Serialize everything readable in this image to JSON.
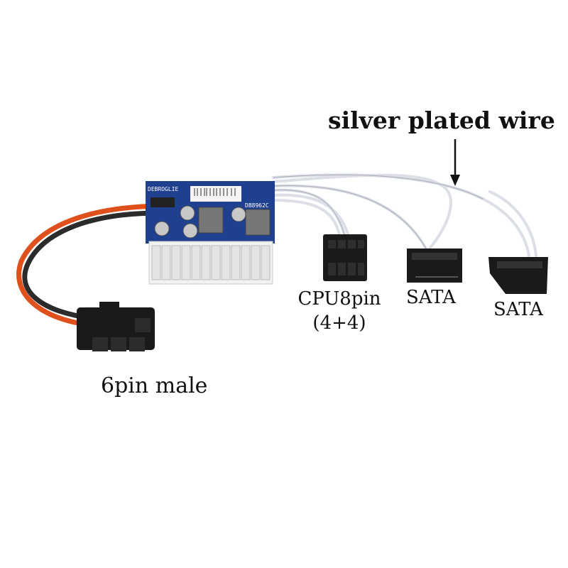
{
  "labels": {
    "silver_wire": "silver plated wire",
    "cpu_line1": "CPU8pin",
    "cpu_line2": "(4+4)",
    "sata_1": "SATA",
    "sata_2": "SATA",
    "six_pin": "6pin male"
  },
  "board": {
    "brand": "DEBROGLIE",
    "model": "DB8962C"
  },
  "colors": {
    "pcb": "#1f3f8f",
    "connector_white": "#f2f2f2",
    "connector_black": "#1a1a1a",
    "wire_red": "#e0501c",
    "wire_black": "#2b2b2b",
    "wire_silver": "#dcdfe6"
  }
}
